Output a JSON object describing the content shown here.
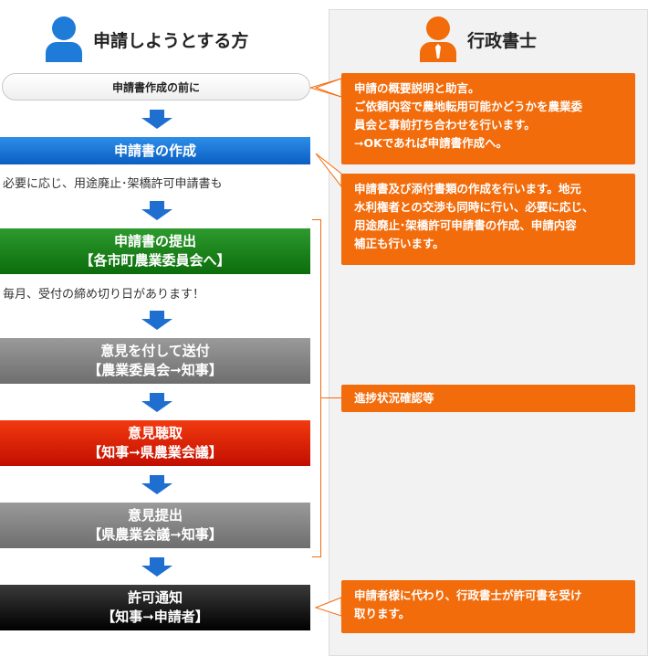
{
  "headers": {
    "applicant": "申請しようとする方",
    "scrivener": "行政書士"
  },
  "pill": "申請書作成の前に",
  "steps": {
    "create": [
      "申請書の作成"
    ],
    "submit": [
      "申請書の提出",
      "【各市町農業委員会へ】"
    ],
    "opinion_send": [
      "意見を付して送付",
      "【農業委員会➞知事】"
    ],
    "hearing": [
      "意見聴取",
      "【知事➞県農業会議】"
    ],
    "opinion_submit": [
      "意見提出",
      "【県農業会議➞知事】"
    ],
    "permit": [
      "許可通知",
      "【知事➞申請者】"
    ]
  },
  "notes": {
    "after_create": "必要に応じ、用途廃止･架橋許可申請書も",
    "after_submit": "毎月、受付の締め切り日があります！"
  },
  "orange_boxes": {
    "pre": [
      "申請の概要説明と助言。",
      "ご依頼内容で農地転用可能かどうかを農業委",
      "員会と事前打ち合わせを行います。",
      "➞OKであれば申請書作成へ。"
    ],
    "create": [
      "申請書及び添付書類の作成を行います。地元",
      "水利権者との交渉も同時に行い、必要に応じ、",
      "用途廃止･架橋許可申請書の作成、申請内容",
      "補正も行います。"
    ],
    "progress": [
      "進捗状況確認等"
    ],
    "permit": [
      "申請者様に代わり、行政書士が許可書を受け",
      "取ります。"
    ]
  },
  "colors": {
    "applicant_blue": "#1f7bd8",
    "scrivener_orange": "#f26c0c",
    "arrow_blue": "#1f6fd0",
    "step_blue": "#0a5ec2",
    "step_green": "#0b6d0b",
    "step_gray": "#6e6e6e",
    "step_red": "#c20e00",
    "step_black": "#000000",
    "panel_gray": "#f2f2f2"
  },
  "icons": [
    "person-icon",
    "businessman-icon",
    "arrow-down-icon",
    "callout-arrow-icon"
  ]
}
